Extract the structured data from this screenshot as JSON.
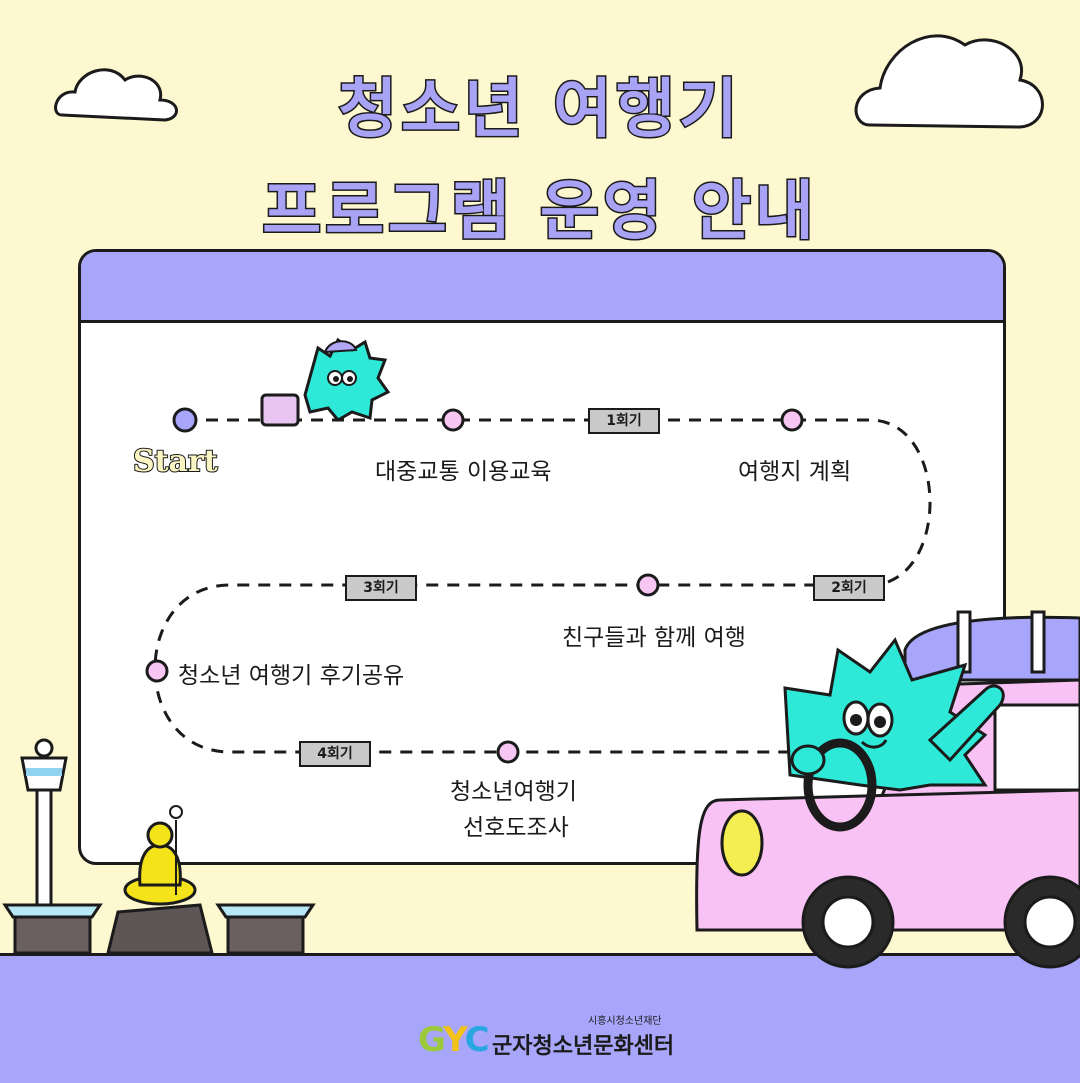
{
  "title": {
    "line1": "청소년 여행기",
    "line2": "프로그램  운영 안내"
  },
  "roadmap": {
    "start": "Start",
    "steps": [
      {
        "label": "대중교통 이용교육"
      },
      {
        "label": "여행지 계획"
      },
      {
        "label": "친구들과 함께 여행"
      },
      {
        "label": "청소년 여행기 후기공유"
      },
      {
        "label_line1": "청소년여행기",
        "label_line2": "선호도조사"
      }
    ],
    "sessions": [
      "1회기",
      "2회기",
      "3회기",
      "4회기"
    ]
  },
  "footer": {
    "foundation": "시흥시청소년재단",
    "logo_mark": "GYC",
    "center_name": "군자청소년문화센터"
  },
  "colors": {
    "background": "#fdf8cf",
    "accent_purple": "#a7a6fb",
    "node_pink": "#f7c6f3",
    "mascot_cyan": "#2ee8d8",
    "car_pink": "#f9c2f5"
  }
}
